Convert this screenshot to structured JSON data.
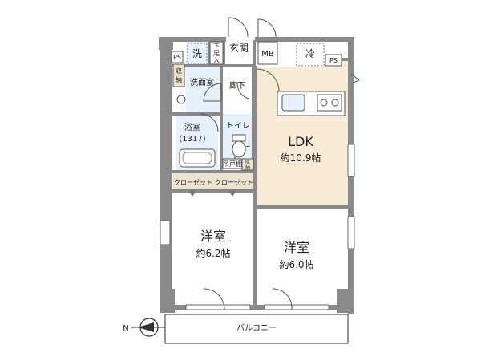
{
  "rooms": {
    "ldk": {
      "name": "LDK",
      "area": "約10.9帖"
    },
    "western1": {
      "name": "洋室",
      "area": "約6.2帖"
    },
    "western2": {
      "name": "洋室",
      "area": "約6.0帖"
    },
    "bath": {
      "name": "浴室",
      "size": "(1317)"
    },
    "washroom": {
      "name": "洗面室"
    },
    "toilet": {
      "name": "トイレ"
    },
    "hallway": {
      "name": "廊下"
    },
    "entrance": {
      "name": "玄関"
    },
    "balcony": {
      "name": "バルコニー"
    }
  },
  "fixtures": {
    "wash": "洗",
    "fridge": "冷",
    "mb": "MB",
    "ps_left": "PS",
    "ps_right": "PS",
    "storage": [
      "収",
      "納"
    ],
    "shoebox": [
      "下",
      "足",
      "入"
    ],
    "hanging_shelf": "吊戸棚",
    "small_storage": [
      "収",
      "納"
    ],
    "closet_1": "クローゼット",
    "closet_2": "クローゼット"
  },
  "compass": {
    "label": "N"
  },
  "colors": {
    "ldk_floor": "#f8ecd6",
    "wet_area": "#e6f1fb",
    "wall": "#8a8a8a",
    "closet": "#ece3cf",
    "room_floor": "#ffffff"
  }
}
